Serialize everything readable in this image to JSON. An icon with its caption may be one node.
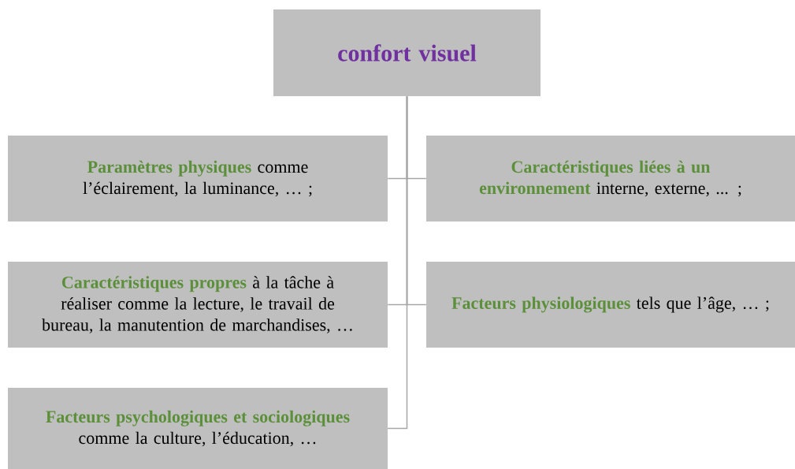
{
  "diagram": {
    "nodes": [
      {
        "text": [
          "confort visuel"
        ]
      },
      {
        "text": [
          "**Paramètres physiques** comme l’éclairement, la luminance, … ;"
        ]
      },
      {
        "text": [
          "**Caractéristiques liées à un environnement** interne, externe, ... ;"
        ]
      },
      {
        "text": [
          "**Caractéristiques propres** à la tâche à réaliser comme la lecture, le travail de bureau, la manutention de marchandises, …"
        ]
      },
      {
        "text": [
          "**Facteurs physiologiques** tels que l’âge, … ;"
        ]
      },
      {
        "text": [
          "**Facteurs psychologiques et sociologiques** comme la culture, l’éducation, …"
        ]
      }
    ],
    "edges": [
      {
        "from": 0,
        "to": 1,
        "arrow": "none"
      },
      {
        "from": 0,
        "to": 2,
        "arrow": "none"
      },
      {
        "from": 0,
        "to": 3,
        "arrow": "none"
      },
      {
        "from": 0,
        "to": 4,
        "arrow": "none"
      },
      {
        "from": 0,
        "to": 5,
        "arrow": "none"
      }
    ]
  }
}
